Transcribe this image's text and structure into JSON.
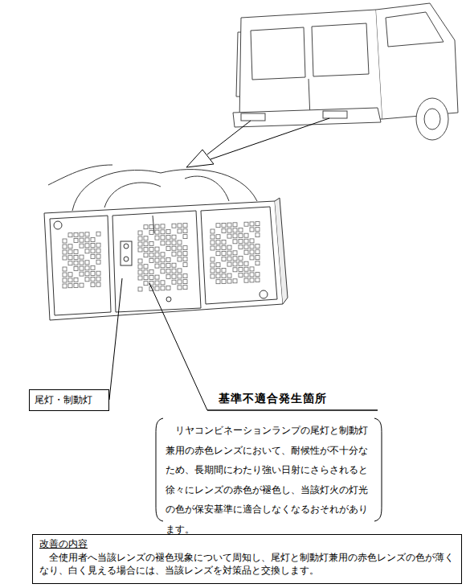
{
  "diagram": {
    "nodes": [
      {
        "text": [
          "尾灯・制動灯"
        ]
      },
      {
        "text": [
          "改善の内容",
          "全使用者へ当該レンズの褪色現象について周知し、尾灯と制動灯兼用の赤色レンズの色が薄くなり、白く見える場合には、当該レンズを対策品と交換します。"
        ]
      }
    ],
    "labels": [
      "基準不適合発生箇所",
      "リヤコンビネーションランプの尾灯と制動灯兼用の赤色レンズにおいて、耐候性が不十分なため、長期間にわたり強い日射にさらされると徐々にレンズの赤色が褪色し、当該灯火の灯光の色が保安基準に適合しなくなるおそれがあります。"
    ]
  }
}
